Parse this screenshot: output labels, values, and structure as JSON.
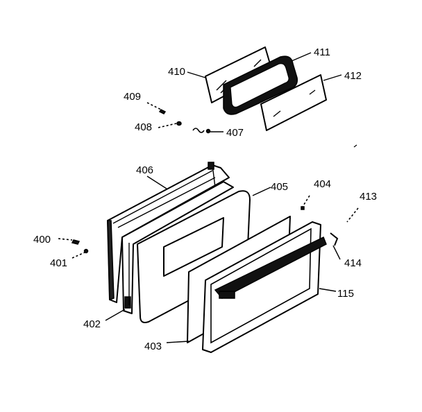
{
  "parts": [
    {
      "id": "p400",
      "label": "400"
    },
    {
      "id": "p401",
      "label": "401"
    },
    {
      "id": "p402",
      "label": "402"
    },
    {
      "id": "p403",
      "label": "403"
    },
    {
      "id": "p404",
      "label": "404"
    },
    {
      "id": "p405",
      "label": "405"
    },
    {
      "id": "p406",
      "label": "406"
    },
    {
      "id": "p407",
      "label": "407"
    },
    {
      "id": "p408",
      "label": "408"
    },
    {
      "id": "p409",
      "label": "409"
    },
    {
      "id": "p410",
      "label": "410"
    },
    {
      "id": "p411",
      "label": "411"
    },
    {
      "id": "p412",
      "label": "412"
    },
    {
      "id": "p413",
      "label": "413"
    },
    {
      "id": "p414",
      "label": "414"
    },
    {
      "id": "p415",
      "label": "115"
    }
  ]
}
